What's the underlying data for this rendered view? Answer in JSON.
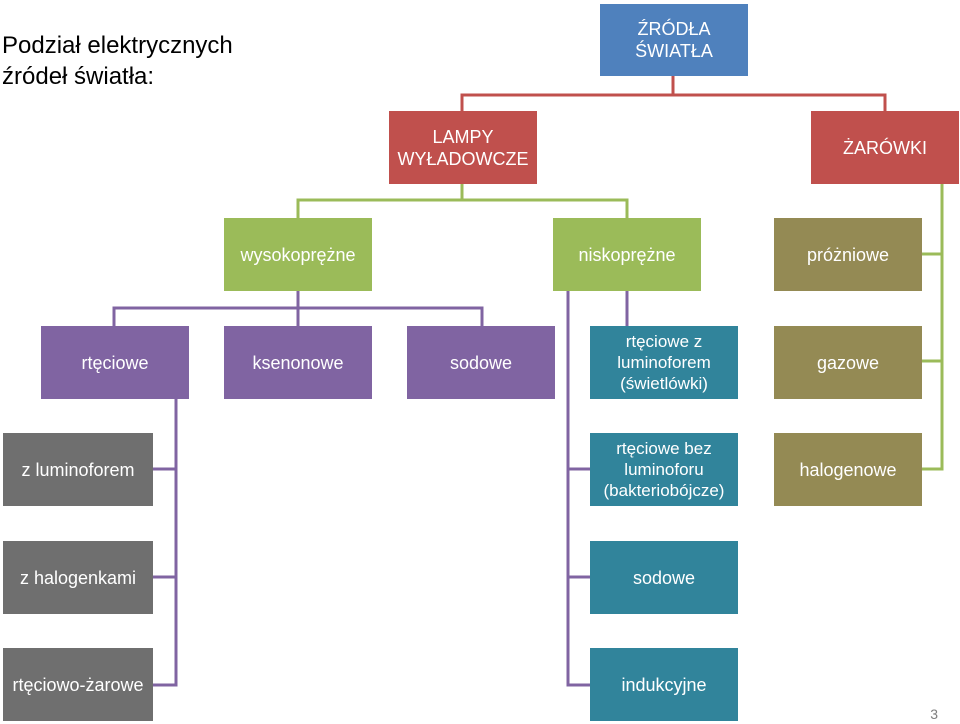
{
  "title": {
    "line1": "Podział elektrycznych",
    "line2": "źródeł światła:"
  },
  "colors": {
    "root": "#4f81bd",
    "level1": "#c0504d",
    "level2": "#9bbb59",
    "level3": "#8064a2",
    "level4_olive": "#948a54",
    "gray": "#6f6f6f",
    "teal": "#31849b"
  },
  "nodes": {
    "root": "ŹRÓDŁA\nŚWIATŁA",
    "lampy": "LAMPY\nWYŁADOWCZE",
    "zarowki": "ŻARÓWKI",
    "wysokoprezne": "wysokoprężne",
    "niskoprezne": "niskoprężne",
    "prozniowe": "próżniowe",
    "rteciowe": "rtęciowe",
    "ksenonowe": "ksenonowe",
    "sodowe": "sodowe",
    "rteciowe_lum": "rtęciowe z\nluminoforem\n(świetlówki)",
    "gazowe": "gazowe",
    "z_luminoforem": "z luminoforem",
    "rteciowe_bez": "rtęciowe bez\nluminoforu\n(bakteriobójcze)",
    "halogenowe": "halogenowe",
    "z_halogenkami": "z halogenkami",
    "sodowe2": "sodowe",
    "rteciowo_zarowe": "rtęciowo-żarowe",
    "indukcyjne": "indukcyjne"
  },
  "page_number": "3"
}
